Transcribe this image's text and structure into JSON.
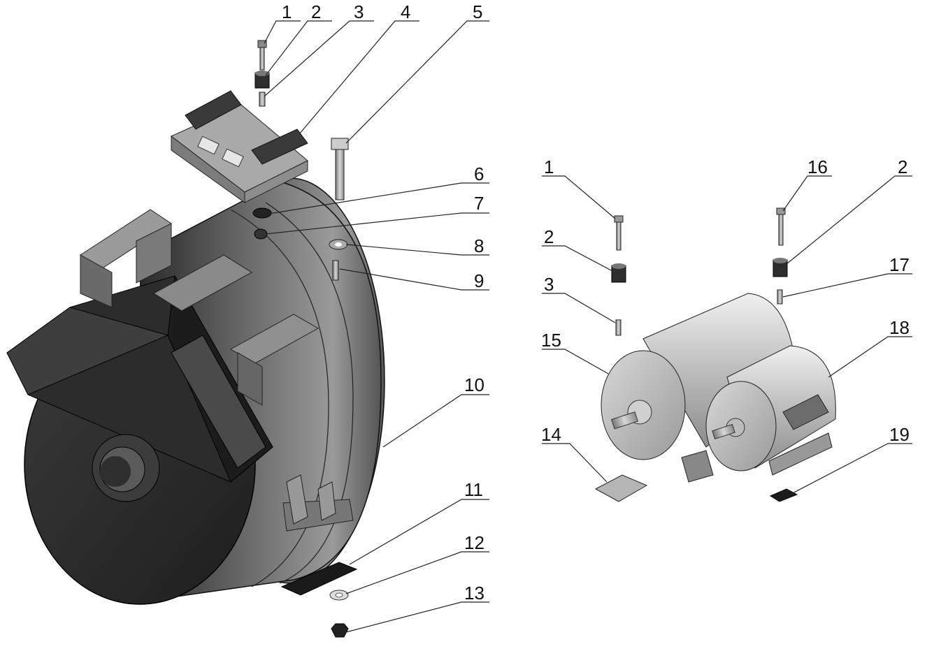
{
  "figure": "exploded assembly view",
  "callouts": {
    "c1": "1",
    "c2": "2",
    "c3": "3",
    "c4": "4",
    "c5": "5",
    "c6": "6",
    "c7": "7",
    "c8": "8",
    "c9": "9",
    "c10": "10",
    "c11": "11",
    "c12": "12",
    "c13": "13",
    "c1b": "1",
    "c2b": "2",
    "c3b": "3",
    "c14": "14",
    "c15": "15",
    "c16": "16",
    "c2c": "2",
    "c17": "17",
    "c18": "18",
    "c19": "19"
  }
}
